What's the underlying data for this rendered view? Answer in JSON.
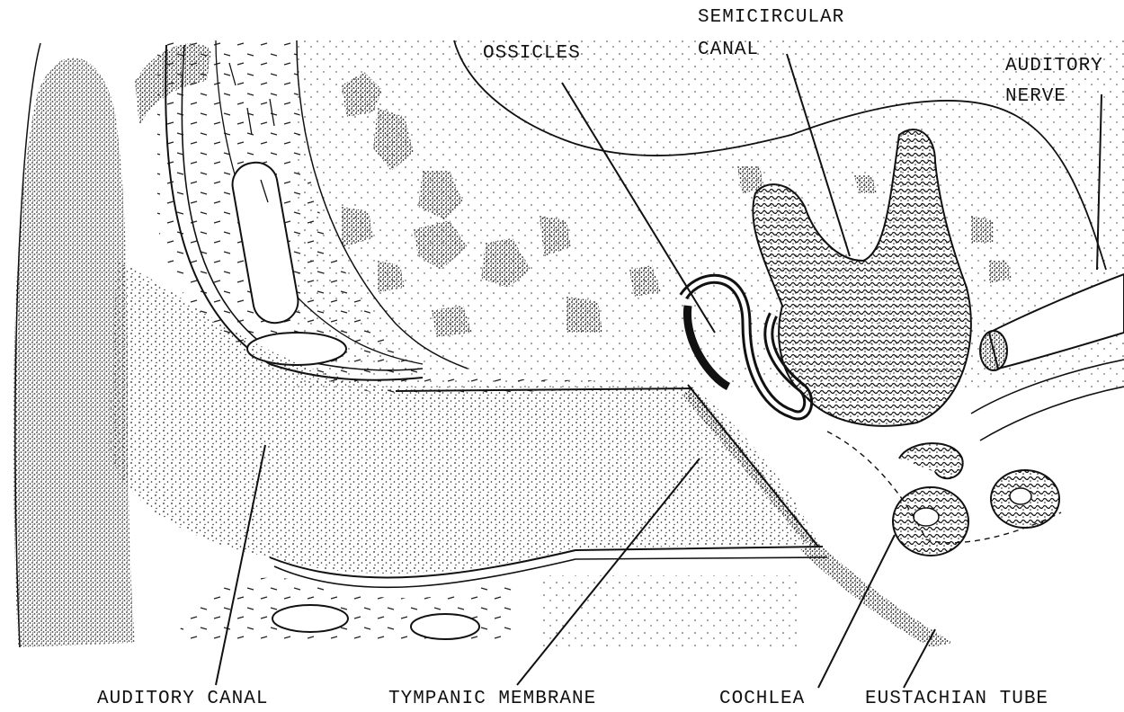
{
  "labels": {
    "semicircular_line1": "SEMICIRCULAR",
    "semicircular_line2": "CANAL",
    "ossicles": "OSSICLES",
    "auditory_nerve_line1": "AUDITORY",
    "auditory_nerve_line2": "NERVE",
    "auditory_canal": "AUDITORY CANAL",
    "tympanic_membrane": "TYMPANIC MEMBRANE",
    "cochlea": "COCHLEA",
    "eustachian_tube": "EUSTACHIAN TUBE"
  },
  "colors": {
    "ink": "#111111",
    "paper": "#ffffff"
  }
}
